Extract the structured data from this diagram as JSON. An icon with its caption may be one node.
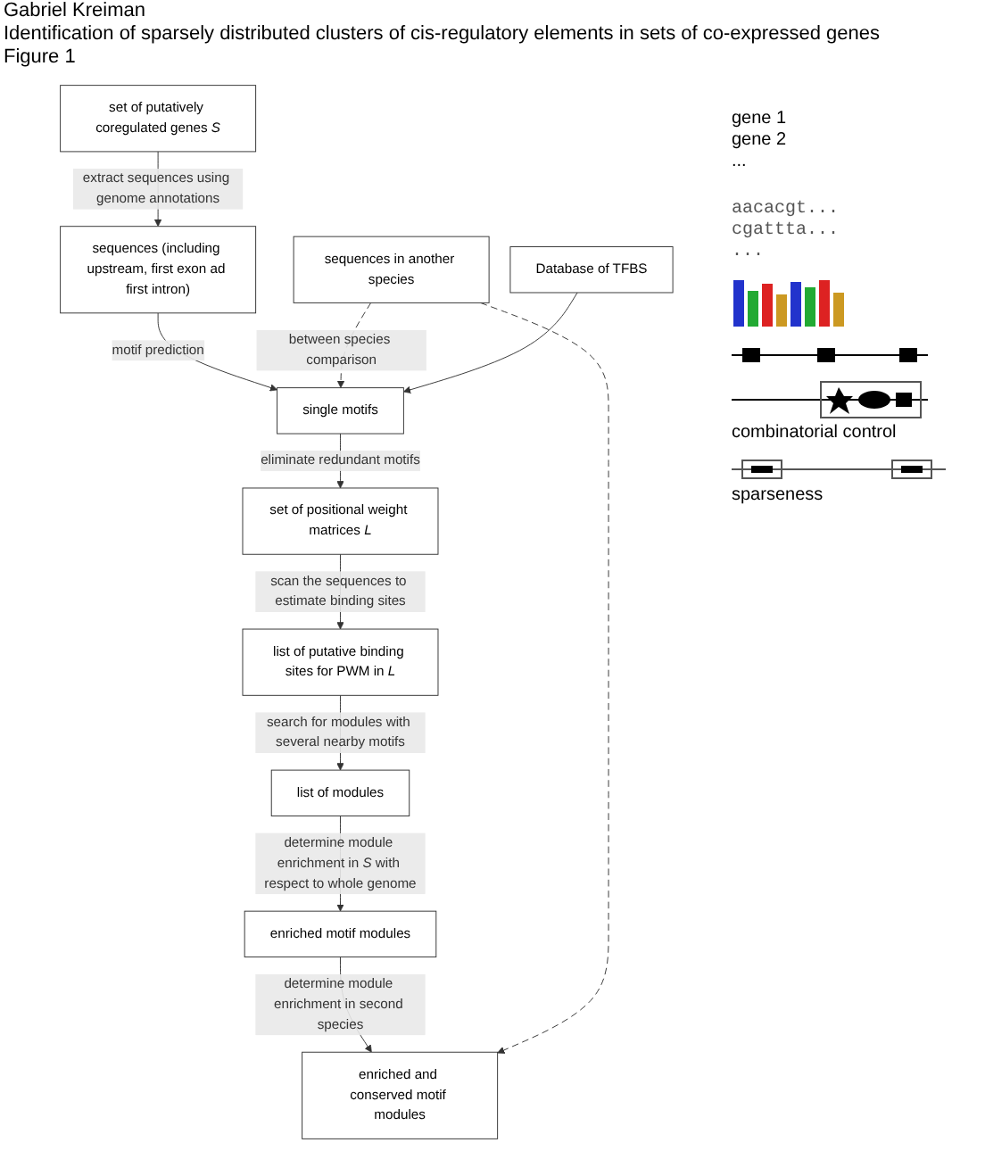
{
  "diagram": {
    "title": "Identification of sparsely distributed clusters of cis-regulatory elements in sets of co-expressed genes",
    "nodes": [
      {
        "text": [
          "set of putatively coregulated genes *S*"
        ]
      },
      {
        "text": [
          "sequences (including upstream, first exon ad first intron)"
        ]
      },
      {
        "text": [
          "sequences in another species"
        ]
      },
      {
        "text": [
          "single motifs"
        ]
      },
      {
        "text": [
          "Database of TFBS"
        ]
      },
      {
        "text": [
          "set of positional weight matrices *L*"
        ]
      },
      {
        "text": [
          "list of putative binding sites for PWM in *L*"
        ]
      },
      {
        "text": [
          "list of modules"
        ]
      },
      {
        "text": [
          "enriched motif modules"
        ]
      },
      {
        "text": [
          "enriched and conserved motif modules"
        ]
      }
    ],
    "edges": [
      {
        "from": 0,
        "to": 1,
        "arrow": "to",
        "label": "extract sequences using genome annotations"
      },
      {
        "from": 1,
        "to": 3,
        "arrow": "to",
        "label": "motif prediction"
      },
      {
        "from": 2,
        "to": 3,
        "arrow": "to",
        "style": "dashed",
        "label": "between species comparison"
      },
      {
        "from": 4,
        "to": 3,
        "arrow": "to"
      },
      {
        "from": 3,
        "to": 5,
        "arrow": "to",
        "label": "eliminate redundant motifs"
      },
      {
        "from": 5,
        "to": 6,
        "arrow": "to",
        "label": "scan the sequences to estimate binding sites"
      },
      {
        "from": 6,
        "to": 7,
        "arrow": "to",
        "label": "search for modules with several nearby motifs"
      },
      {
        "from": 7,
        "to": 8,
        "arrow": "to",
        "label": "determine module enrichment in *S* with respect to whole genome"
      },
      {
        "from": 8,
        "to": 9,
        "arrow": "to",
        "label": "determine module enrichment in second species"
      },
      {
        "from": 2,
        "to": 9,
        "arrow": "to",
        "style": "dashed"
      }
    ],
    "labels": [
      "Gabriel Kreiman",
      "Figure 1",
      "gene 1",
      "gene 2",
      "...",
      "aacacgt...",
      "cgattta...",
      "...",
      "combinatorial control",
      "sparseness"
    ]
  }
}
